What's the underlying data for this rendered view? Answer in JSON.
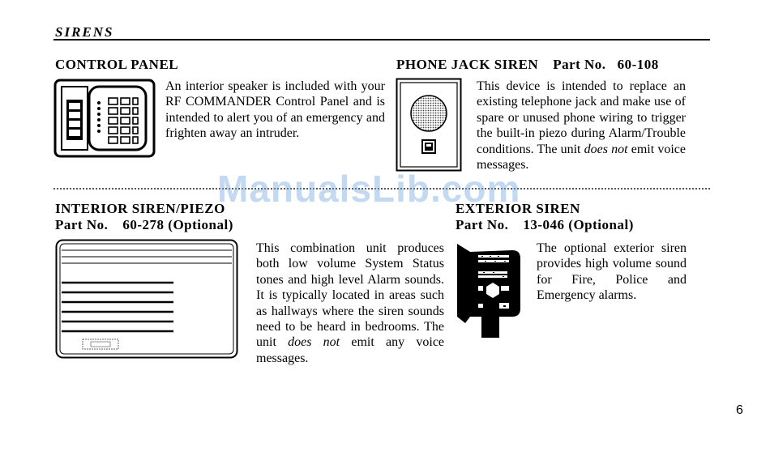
{
  "header": {
    "title": "SIRENS"
  },
  "control_panel": {
    "heading": "CONTROL PANEL",
    "text": "An interior speaker is included with your RF COMMANDER Control Panel and is intended to alert you of an emergency and frighten away an intruder."
  },
  "phone_jack_siren": {
    "heading": "PHONE JACK SIREN",
    "part_label": "Part No.",
    "part_number": "60-108",
    "text_a": "This device is intended to replace an existing telephone jack and make use of spare or unused phone wiring to trigger the built-in piezo during Alarm/Trouble conditions. The unit",
    "text_em": "does not",
    "text_b": "emit voice messages."
  },
  "interior_siren": {
    "heading": "INTERIOR SIREN/PIEZO",
    "part_label": "Part No.",
    "part_number": "60-278",
    "optional": "(Optional)",
    "text_a": "This combination unit produces both low volume System Status tones and high level Alarm sounds. It is typically located in areas such as hallways where the siren sounds need to be heard in bedrooms. The unit",
    "text_em": "does not",
    "text_b": "emit any voice messages."
  },
  "exterior_siren": {
    "heading": "EXTERIOR SIREN",
    "part_label": "Part No.",
    "part_number": "13-046",
    "optional": "(Optional)",
    "text": "The optional exterior siren provides high volume sound for Fire, Police and Emergency alarms."
  },
  "watermark": "ManualsLib.com",
  "page_number": "6"
}
